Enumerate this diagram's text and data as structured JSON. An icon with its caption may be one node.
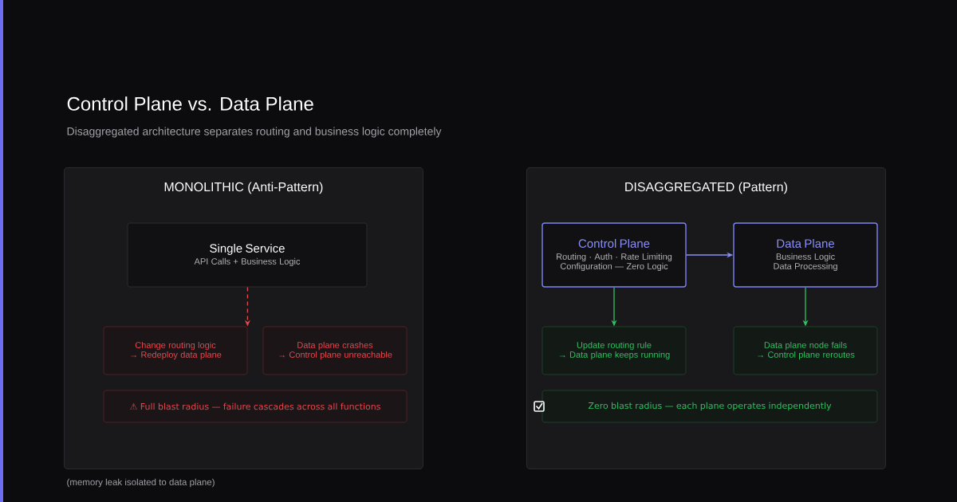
{
  "diagram": {
    "title": "Control Plane vs. Data Plane",
    "nodes": [
      {
        "text": [
          "MONOLITHIC (Anti-Pattern)"
        ]
      },
      {
        "text": [
          "Single Service",
          "API Calls + Business Logic"
        ],
        "in": 0
      },
      {
        "text": [
          "Change routing logic",
          "→ Redeploy data plane"
        ],
        "in": 0
      },
      {
        "text": [
          "Data plane crashes",
          "→ Control plane unreachable"
        ],
        "in": 0
      },
      {
        "text": [
          "⚠ Full blast radius — failure cascades across all functions"
        ],
        "in": 0
      },
      {
        "text": [
          "DISAGGREGATED (Pattern)"
        ]
      },
      {
        "text": [
          "Control Plane",
          "Routing · Auth · Rate Limiting Configuration — Zero Logic"
        ],
        "in": 5
      },
      {
        "text": [
          "Data Plane",
          "Business Logic Data Processing"
        ],
        "in": 5
      },
      {
        "text": [
          "Update routing rule",
          "→ Data plane keeps running"
        ],
        "in": 5
      },
      {
        "text": [
          "Data plane node fails",
          "→ Control plane reroutes"
        ],
        "in": 5
      },
      {
        "text": [
          "Zero blast radius — each plane operates independently"
        ],
        "in": 5
      }
    ],
    "edges": [
      {
        "from": 1,
        "to": 2,
        "arrow": "to",
        "style": "dashed",
        "color": "#e5484d"
      },
      {
        "from": 6,
        "to": 7,
        "arrow": "to",
        "color": "#8b8ff5"
      },
      {
        "from": 6,
        "to": 8,
        "arrow": "to",
        "color": "#30c262"
      },
      {
        "from": 7,
        "to": 9,
        "arrow": "to",
        "color": "#30c262"
      }
    ],
    "labels": [
      "Disaggregated architecture separates routing and business logic completely",
      "(memory leak isolated to data plane)"
    ]
  }
}
